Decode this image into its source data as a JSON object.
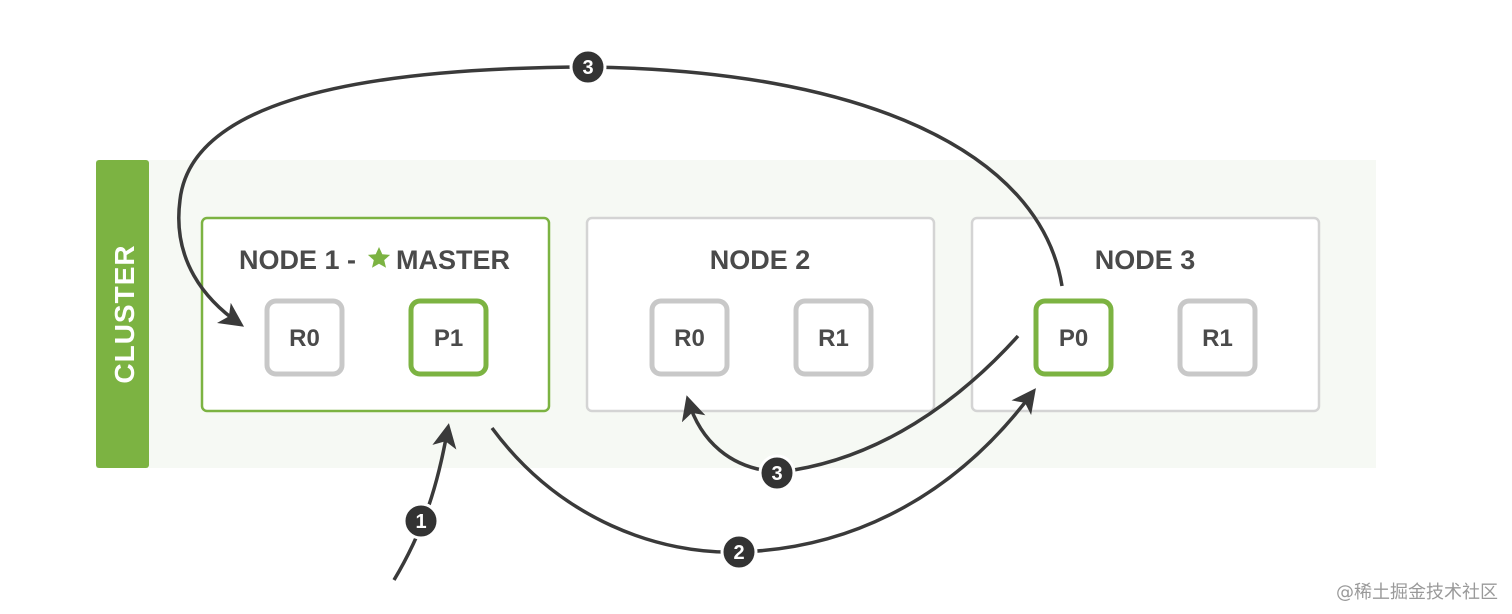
{
  "cluster": {
    "label": "CLUSTER"
  },
  "nodes": [
    {
      "title": "NODE 1 - ",
      "master_label": "MASTER",
      "is_master": true,
      "shards": [
        "R0",
        "P1"
      ]
    },
    {
      "title": "NODE 2",
      "shards": [
        "R0",
        "R1"
      ]
    },
    {
      "title": "NODE 3",
      "shards": [
        "P0",
        "R1"
      ]
    }
  ],
  "steps": [
    "1",
    "2",
    "3",
    "3"
  ],
  "watermark": "@稀土掘金技术社区",
  "colors": {
    "accent_green": "#7cb342",
    "cluster_band": "#f6f9f4",
    "node_border_gray": "#d4d4d4",
    "shard_border_gray": "#c8c8c8",
    "arrow": "#3a3a3a",
    "text": "#4a4a4a"
  }
}
